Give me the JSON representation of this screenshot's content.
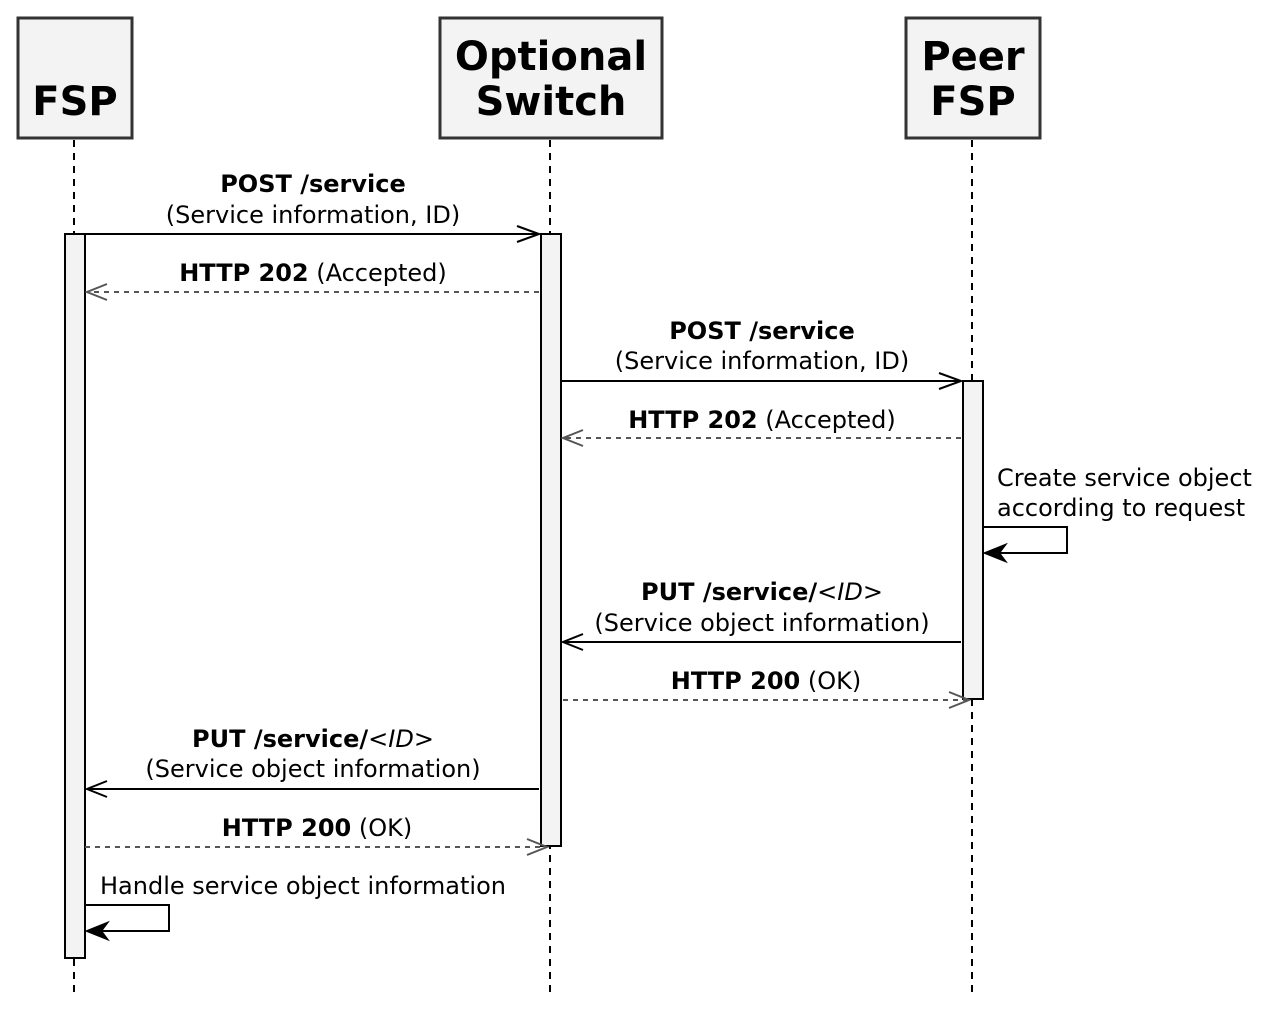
{
  "participants": {
    "fsp": {
      "line1": "",
      "line2": "FSP"
    },
    "switch": {
      "line1": "Optional",
      "line2": "Switch"
    },
    "peer": {
      "line1": "Peer",
      "line2": "FSP"
    }
  },
  "messages": {
    "m1": {
      "method": "POST /service",
      "detail": "(Service information, ID)"
    },
    "m2": {
      "status": "HTTP 202",
      "status_text": " (Accepted)"
    },
    "m3": {
      "method": "POST /service",
      "detail": "(Service information, ID)"
    },
    "m4": {
      "status": "HTTP 202",
      "status_text": " (Accepted)"
    },
    "m5": {
      "line1": "Create service object",
      "line2": "according to request"
    },
    "m6": {
      "method": "PUT /service/",
      "param": "<ID>",
      "detail": "(Service object information)"
    },
    "m7": {
      "status": "HTTP 200",
      "status_text": " (OK)"
    },
    "m8": {
      "method": "PUT /service/",
      "param": "<ID>",
      "detail": "(Service object information)"
    },
    "m9": {
      "status": "HTTP 200",
      "status_text": " (OK)"
    },
    "m10": {
      "text": "Handle service object information"
    }
  },
  "colors": {
    "box_fill": "#f3f3f3",
    "box_stroke": "#333333",
    "line": "#000000",
    "dashed_reply": "#555555"
  }
}
